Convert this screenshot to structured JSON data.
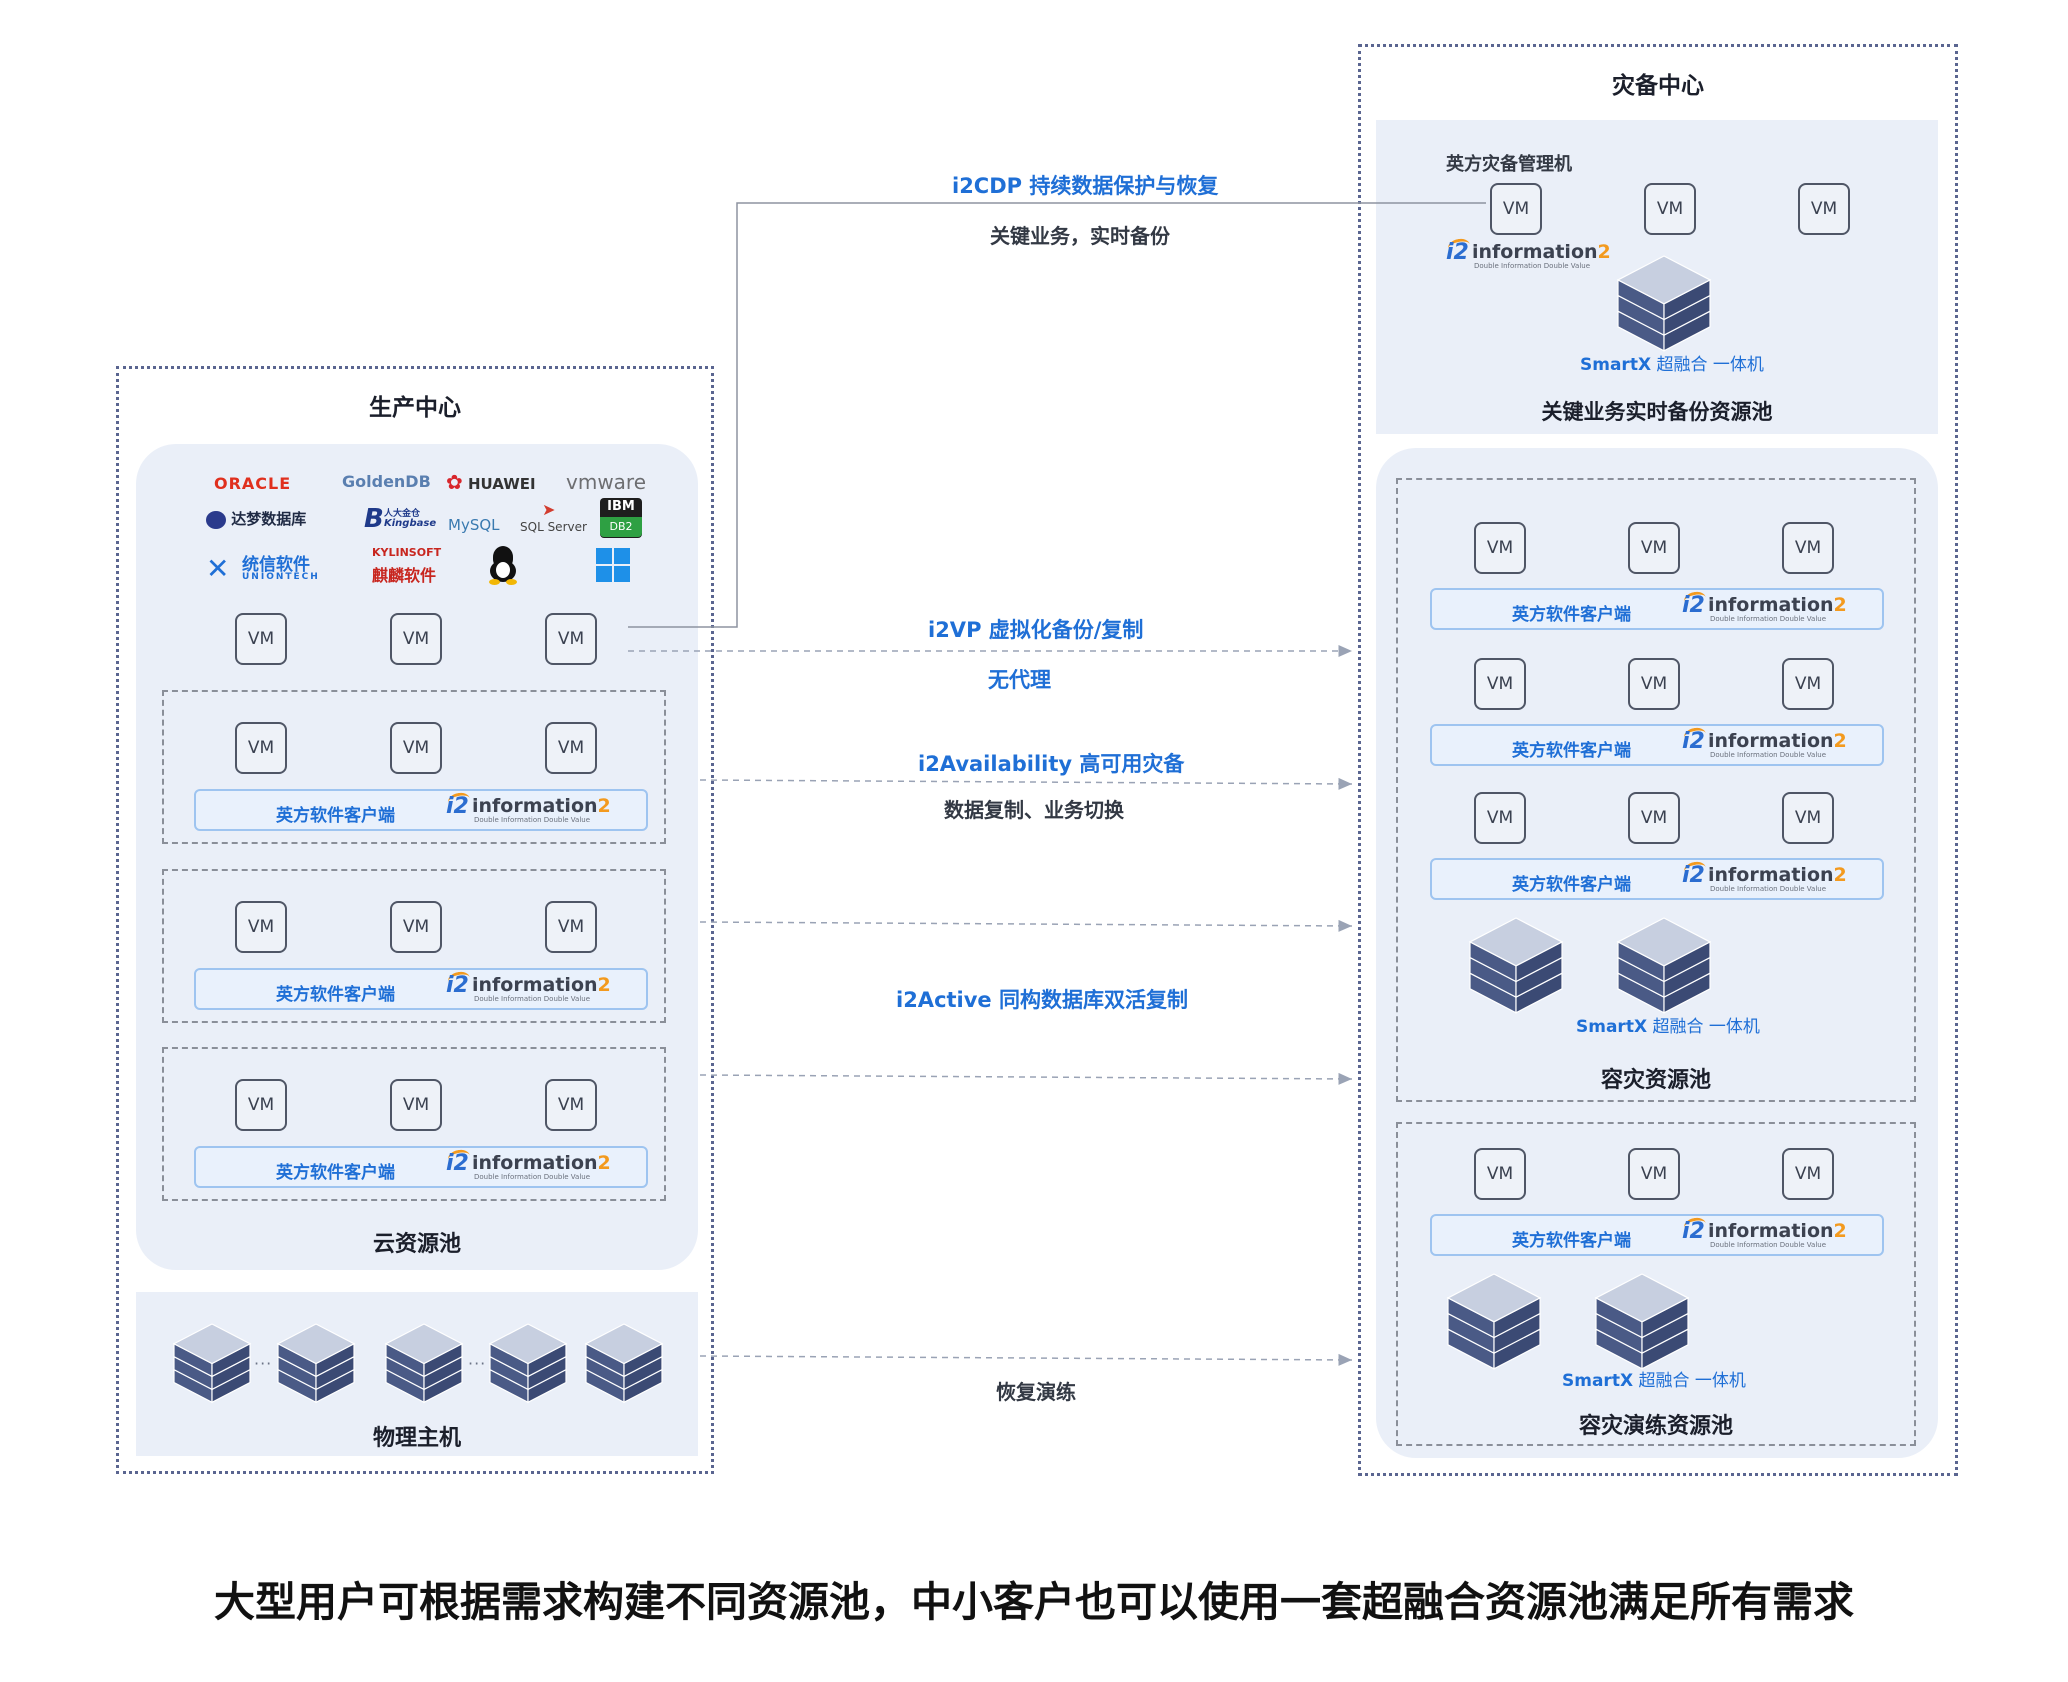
{
  "production": {
    "title": "生产中心",
    "cloud_pool_label": "云资源池",
    "physical_label": "物理主机",
    "logos": {
      "oracle": "ORACLE",
      "goldendb": "GoldenDB",
      "huawei": "HUAWEI",
      "vmware": "vmware",
      "dameng": "达梦数据库",
      "kingbase": "人大金仓",
      "kingbase_en": "Kingbase",
      "mysql": "MySQL",
      "sqlserver": "SQL Server",
      "ibm": "IBM",
      "db2": "DB2",
      "uniontech": "统信软件",
      "uniontech_en": "UNIONTECH",
      "kylin": "KYLINSOFT",
      "kylin_cn": "麒麟软件"
    }
  },
  "dr": {
    "title": "灾备中心",
    "mgmt_label": "英方灾备管理机",
    "backup_pool_label": "关键业务实时备份资源池",
    "dr_pool_label": "容灾资源池",
    "drill_pool_label": "容灾演练资源池"
  },
  "common": {
    "vm": "VM",
    "client_label": "英方软件客户端",
    "i2_word": "information",
    "i2_two": "2",
    "i2_tagline": "Double Information Double Value",
    "smartx_a": "SmartX",
    "smartx_b": "超融合 一体机",
    "server_sep": "···"
  },
  "flows": {
    "cdp_title": "i2CDP 持续数据保护与恢复",
    "cdp_sub": "关键业务，实时备份",
    "vp_title": "i2VP 虚拟化备份/复制",
    "vp_sub": "无代理",
    "avail_title": "i2Availability 高可用灾备",
    "avail_sub": "数据复制、业务切换",
    "active_title": "i2Active 同构数据库双活复制",
    "drill_sub": "恢复演练"
  },
  "caption": "大型用户可根据需求构建不同资源池，中小客户也可以使用一套超融合资源池满足所有需求",
  "colors": {
    "accent": "#1f6fd6",
    "panel": "#eaeff8",
    "orange": "#f39a1e",
    "server": "#4a5a86"
  }
}
